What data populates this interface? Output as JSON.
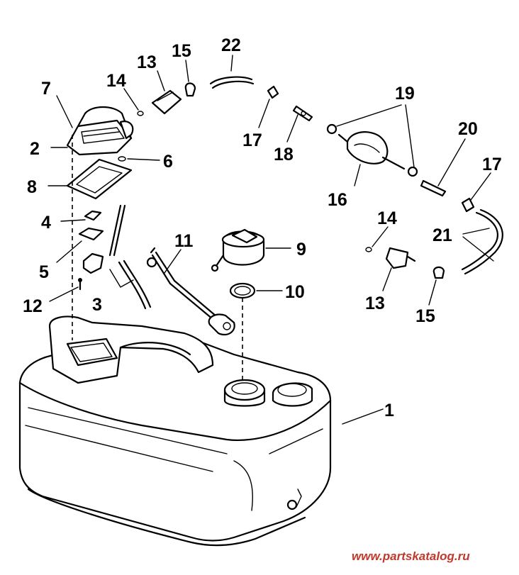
{
  "labels": [
    {
      "id": "p1",
      "text": "1"
    },
    {
      "id": "p2",
      "text": "2"
    },
    {
      "id": "p3",
      "text": "3"
    },
    {
      "id": "p4",
      "text": "4"
    },
    {
      "id": "p5",
      "text": "5"
    },
    {
      "id": "p6",
      "text": "6"
    },
    {
      "id": "p7",
      "text": "7"
    },
    {
      "id": "p8",
      "text": "8"
    },
    {
      "id": "p9",
      "text": "9"
    },
    {
      "id": "p10",
      "text": "10"
    },
    {
      "id": "p11",
      "text": "11"
    },
    {
      "id": "p12",
      "text": "12"
    },
    {
      "id": "p13a",
      "text": "13"
    },
    {
      "id": "p13b",
      "text": "13"
    },
    {
      "id": "p14a",
      "text": "14"
    },
    {
      "id": "p14b",
      "text": "14"
    },
    {
      "id": "p15a",
      "text": "15"
    },
    {
      "id": "p15b",
      "text": "15"
    },
    {
      "id": "p16",
      "text": "16"
    },
    {
      "id": "p17a",
      "text": "17"
    },
    {
      "id": "p17b",
      "text": "17"
    },
    {
      "id": "p18",
      "text": "18"
    },
    {
      "id": "p19",
      "text": "19"
    },
    {
      "id": "p20",
      "text": "20"
    },
    {
      "id": "p21",
      "text": "21"
    },
    {
      "id": "p22",
      "text": "22"
    }
  ],
  "watermark": "www.partskatalog.ru"
}
